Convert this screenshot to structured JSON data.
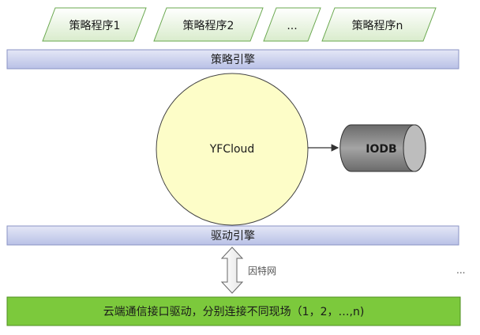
{
  "strategy_programs": [
    "策略程序1",
    "策略程序2",
    "...",
    "策略程序n"
  ],
  "strategy_engine": "策略引擎",
  "core": "YFCloud",
  "database": "IODB",
  "driver_engine": "驱动引擎",
  "network_label": "因特网",
  "right_ellipsis": "...",
  "cloud_driver": "云端通信接口驱动，分别连接不同现场（1，2，…,n)",
  "colors": {
    "program_fill": "#e8f5e0",
    "program_stroke": "#6aa84f",
    "engine_fill": "#cdd3ee",
    "engine_stroke": "#8a93c4",
    "circle_fill": "#fdfdc8",
    "cylinder_fill": "#8c8c8c",
    "driver_fill": "#7cc93c",
    "driver_stroke": "#4f8f22"
  }
}
